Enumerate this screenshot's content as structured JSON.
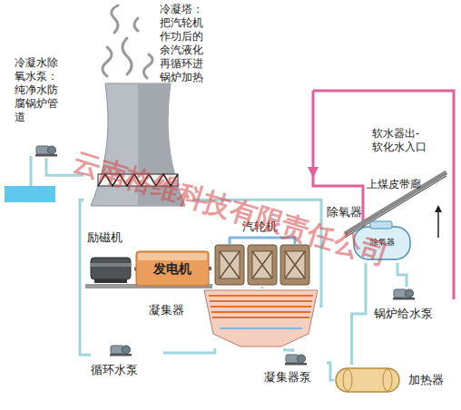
{
  "diagram": {
    "nodes": [
      {
        "text": [
          "冷凝塔：把汽轮机作功后的余汽液化再循环进锅炉加热"
        ]
      },
      {
        "text": [
          "励磁机"
        ]
      },
      {
        "text": [
          "发电机"
        ]
      },
      {
        "text": [
          "汽轮机"
        ]
      },
      {
        "text": [
          "凝集器"
        ]
      },
      {
        "text": [
          "除氧器",
          "除氧器"
        ]
      },
      {
        "text": [
          "加热器"
        ]
      },
      {
        "text": [
          "冷凝水除氧水泵：纯净水防腐锅炉管道"
        ]
      },
      {
        "text": [
          "循环水泵"
        ]
      },
      {
        "text": [
          "凝集器泵"
        ]
      },
      {
        "text": [
          "锅炉给水泵"
        ]
      }
    ],
    "edges": [
      {
        "from": 0,
        "to": 7,
        "arrow": "none"
      },
      {
        "from": 0,
        "to": 8,
        "arrow": "none"
      },
      {
        "from": 8,
        "to": 4,
        "arrow": "none"
      },
      {
        "from": 1,
        "to": 2,
        "arrow": "none"
      },
      {
        "from": 2,
        "to": 3,
        "arrow": "none"
      },
      {
        "from": 3,
        "to": 4,
        "arrow": "none"
      },
      {
        "from": 4,
        "to": 9,
        "arrow": "none"
      },
      {
        "from": 9,
        "to": 6,
        "arrow": "none"
      },
      {
        "from": 6,
        "to": 5,
        "arrow": "none"
      },
      {
        "from": 5,
        "to": 10,
        "arrow": "none"
      },
      {
        "from": 4,
        "to": 0,
        "arrow": "none"
      }
    ],
    "labels": [
      "软水器出-软化水入口",
      "上煤皮带廊",
      "云南格维科技有限责任公司"
    ]
  }
}
